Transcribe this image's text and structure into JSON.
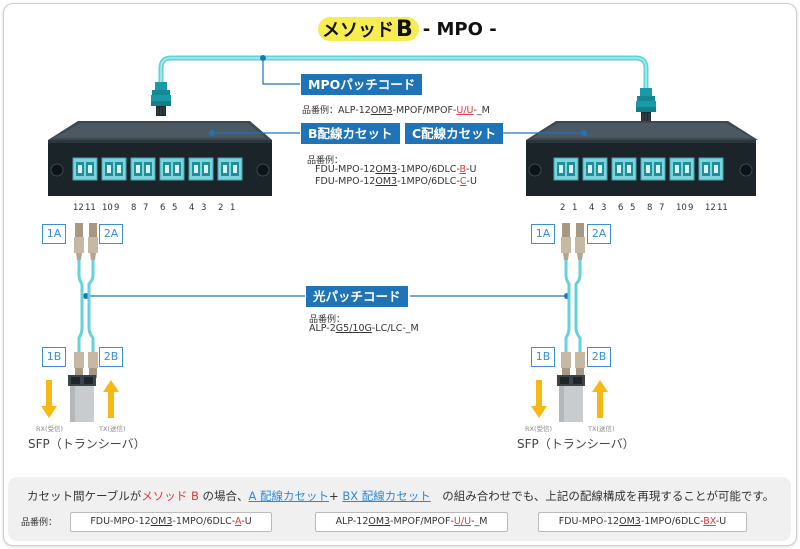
{
  "title": {
    "highlight_text": "メソッド",
    "highlight_letter": "B",
    "rest": "- MPO -"
  },
  "labels": {
    "mpo_patch": "MPOパッチコード",
    "b_cassette": "B配線カセット",
    "c_cassette": "C配線カセット",
    "optical_patch": "光パッチコード"
  },
  "part_numbers": {
    "mpo": {
      "prefix": "品番例：",
      "pre": "ALP-12",
      "u1": "OM3",
      "mid": "-MPOF/MPOF-",
      "r1": "U",
      "slash": "/",
      "r2": "U",
      "post": "-_M"
    },
    "cassette_head": "品番例：",
    "cassette_line1": {
      "pre": "FDU-MPO-12",
      "u1": "OM3",
      "mid": "-1MPO/6DLC-",
      "r1": "B",
      "post": "-U"
    },
    "cassette_line2": {
      "pre": "FDU-MPO-12",
      "u1": "OM3",
      "mid": "-1MPO/6DLC-",
      "r1": "C",
      "post": "-U"
    },
    "optical_head": "品番例：",
    "optical_line": {
      "pre": "ALP-2",
      "u1": "G5",
      "slash": "/",
      "u2": "10G",
      "post": "-LC/LC-_M"
    }
  },
  "left_numbers": [
    "12",
    "11",
    "10",
    "9",
    "8",
    "7",
    "6",
    "5",
    "4",
    "3",
    "2",
    "1"
  ],
  "right_numbers": [
    "2",
    "1",
    "4",
    "3",
    "6",
    "5",
    "8",
    "7",
    "10",
    "9",
    "12",
    "11"
  ],
  "ports": {
    "p1a": "1A",
    "p2a": "2A",
    "p1b": "1B",
    "p2b": "2B"
  },
  "sfp": {
    "rx": "RX(受信)",
    "tx": "TX(送信)",
    "name": "SFP（トランシーバ）"
  },
  "note": {
    "part1": "カセット間ケーブルが",
    "accent": "メソッド B",
    "part2": " の場合、",
    "link1": "A 配線カセット",
    "plus": "+ ",
    "link2": "BX 配線カセット",
    "part3": "　の組み合わせでも、上記の配線構成を再現することが可能です。"
  },
  "note_pn": {
    "label": "品番例：",
    "pill1": {
      "pre": "FDU-MPO-12",
      "u1": "OM3",
      "mid": "-1MPO/6DLC-",
      "r1": "A",
      "post": "-U"
    },
    "pill2": {
      "pre": "ALP-12",
      "u1": "OM3",
      "mid": "-MPOF/MPOF-",
      "r1": "U",
      "slash": "/",
      "r2": "U",
      "post": "-_M"
    },
    "pill3": {
      "pre": "FDU-MPO-12",
      "u1": "OM3",
      "mid": "-1MPO/6DLC-",
      "r1": "BX",
      "post": "-U"
    }
  },
  "colors": {
    "fiber": "#64d2d9",
    "label_blue": "#1f73b7",
    "connector": "#1a9aa6",
    "arrow": "#f6b914",
    "title_highlight": "#f7ec52",
    "accent_red": "#e23a3a"
  }
}
